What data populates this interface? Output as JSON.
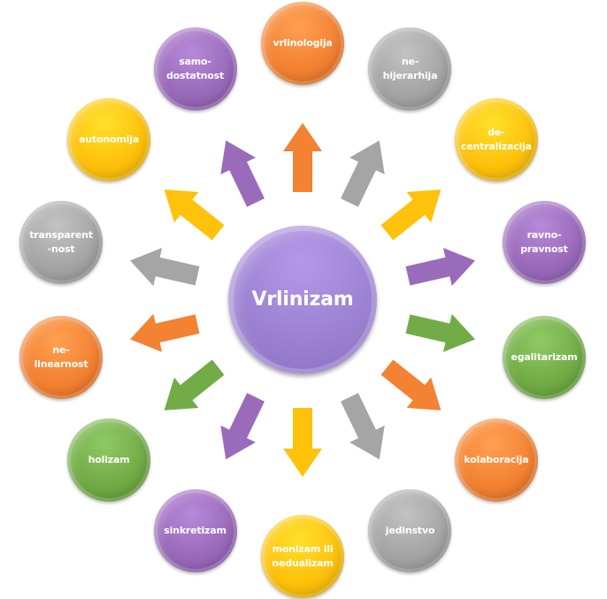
{
  "title": "Vrlinizam diagram",
  "center": {
    "label": "Vrlinizam",
    "color": "#9b7fd0"
  },
  "colors": {
    "orange": "#f38233",
    "gray": "#a5a5a5",
    "yellow": "#fec20c",
    "purple": "#9b6bbb",
    "green": "#72ac47"
  },
  "nodes": [
    {
      "label": "vrlinologija",
      "color": "orange"
    },
    {
      "label": "ne-\nhijerarhija",
      "color": "gray"
    },
    {
      "label": "de-\ncentralizacija",
      "color": "yellow"
    },
    {
      "label": "ravno-\npravnost",
      "color": "purple"
    },
    {
      "label": "egalitarizam",
      "color": "green"
    },
    {
      "label": "kolaboracija",
      "color": "orange"
    },
    {
      "label": "jedinstvo",
      "color": "gray"
    },
    {
      "label": "monizam ili\nnedualizam",
      "color": "yellow"
    },
    {
      "label": "sinkretizam",
      "color": "purple"
    },
    {
      "label": "holizam",
      "color": "green"
    },
    {
      "label": "ne-\nlinearnost",
      "color": "orange"
    },
    {
      "label": "transparent\n-nost",
      "color": "gray"
    },
    {
      "label": "autonomija",
      "color": "yellow"
    },
    {
      "label": "samo-\ndostatnost",
      "color": "purple"
    }
  ],
  "arrows": [
    {
      "color": "orange"
    },
    {
      "color": "gray"
    },
    {
      "color": "yellow"
    },
    {
      "color": "purple"
    },
    {
      "color": "green"
    },
    {
      "color": "orange"
    },
    {
      "color": "gray"
    },
    {
      "color": "yellow"
    },
    {
      "color": "purple"
    },
    {
      "color": "green"
    },
    {
      "color": "orange"
    },
    {
      "color": "gray"
    },
    {
      "color": "yellow"
    },
    {
      "color": "purple"
    }
  ]
}
